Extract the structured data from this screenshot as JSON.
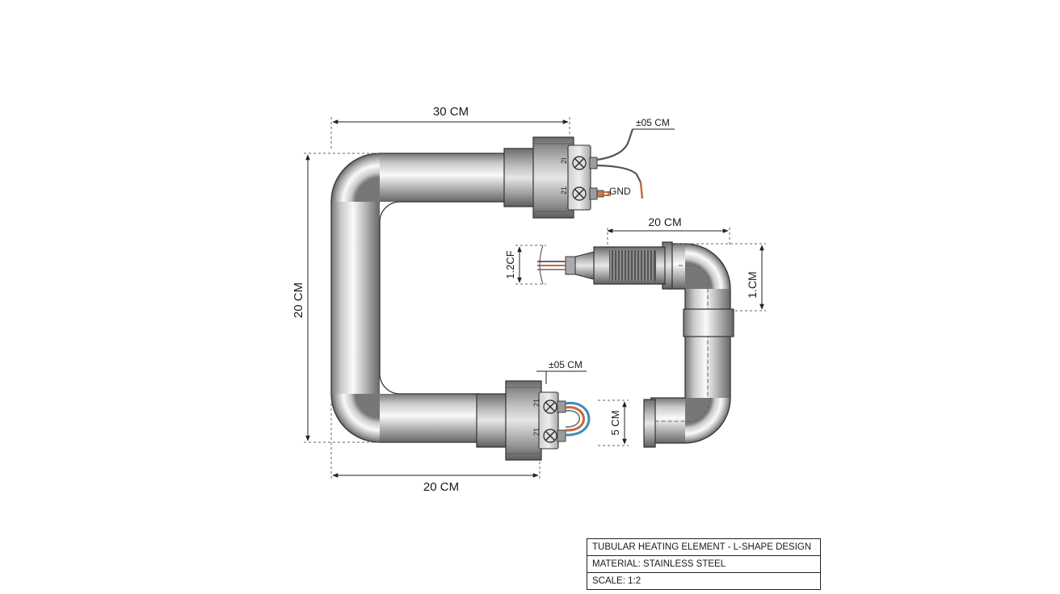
{
  "dimensions": {
    "top_width": "30 CM",
    "left_height": "20 CM",
    "bottom_width": "20 CM",
    "top_wire_tolerance": "±05 CM",
    "bottom_wire_tolerance": "±05 CM",
    "gnd": "GND",
    "right_top_width": "20 CM",
    "right_height": "1.CM",
    "left_stub": "1.2CF",
    "bottom_lead": "5 CM"
  },
  "terminals": {
    "top_upper": "2I",
    "top_lower": "21",
    "bottom_upper": "21",
    "bottom_lower": "21"
  },
  "title_block": {
    "title": "TUBULAR HEATING ELEMENT - L-SHAPE DESIGN",
    "material": "MATERIAL: STAINLESS STEEL",
    "scale": "SCALE: 1:2"
  },
  "colors": {
    "pipe_light": "#f2f2f2",
    "pipe_mid": "#b9b9b9",
    "pipe_dark": "#6e6e6e",
    "copper_wire": "#c46a3a",
    "blue_wire": "#3a8fb6",
    "line": "#222222"
  }
}
